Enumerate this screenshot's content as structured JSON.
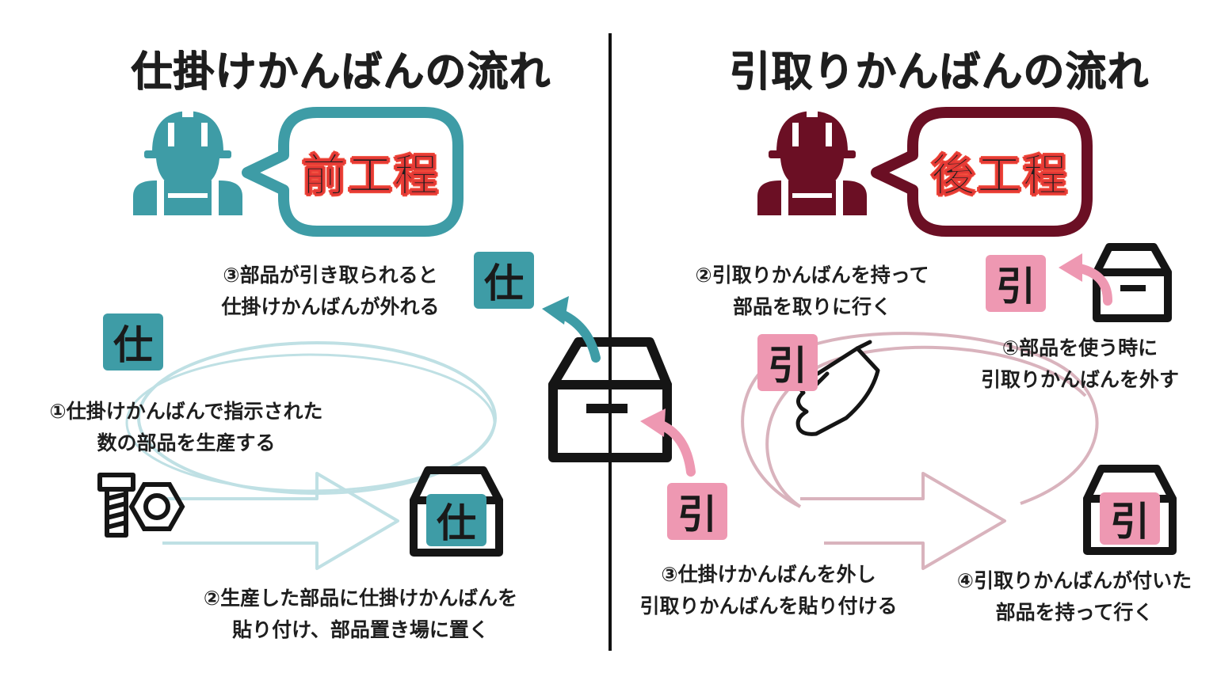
{
  "left": {
    "title": "仕掛けかんばんの流れ",
    "bubble_label": "前工程",
    "tag_char": "仕",
    "step1_line1": "①仕掛けかんばんで指示された",
    "step1_line2": "数の部品を生産する",
    "step2_line1": "②生産した部品に仕掛けかんばんを",
    "step2_line2": "貼り付け、部品置き場に置く",
    "step3_line1": "③部品が引き取られると",
    "step3_line2": "仕掛けかんばんが外れる",
    "accent": "#3e9ca6",
    "loop_color": "#bfe0e4"
  },
  "right": {
    "title": "引取りかんばんの流れ",
    "bubble_label": "後工程",
    "tag_char": "引",
    "step1_line1": "①部品を使う時に",
    "step1_line2": "引取りかんばんを外す",
    "step2_line1": "②引取りかんばんを持って",
    "step2_line2": "部品を取りに行く",
    "step3_line1": "③仕掛けかんばんを外し",
    "step3_line2": "引取りかんばんを貼り付ける",
    "step4_line1": "④引取りかんばんが付いた",
    "step4_line2": "部品を持って行く",
    "accent": "#6b0f24",
    "tag_color": "#ee98b2",
    "loop_color": "#d9b3bd"
  },
  "icons": {
    "worker": "worker-icon",
    "box": "box-icon",
    "bolt": "bolt-icon",
    "nut": "nut-icon",
    "hand": "hand-icon",
    "arrow": "curved-arrow-icon"
  }
}
